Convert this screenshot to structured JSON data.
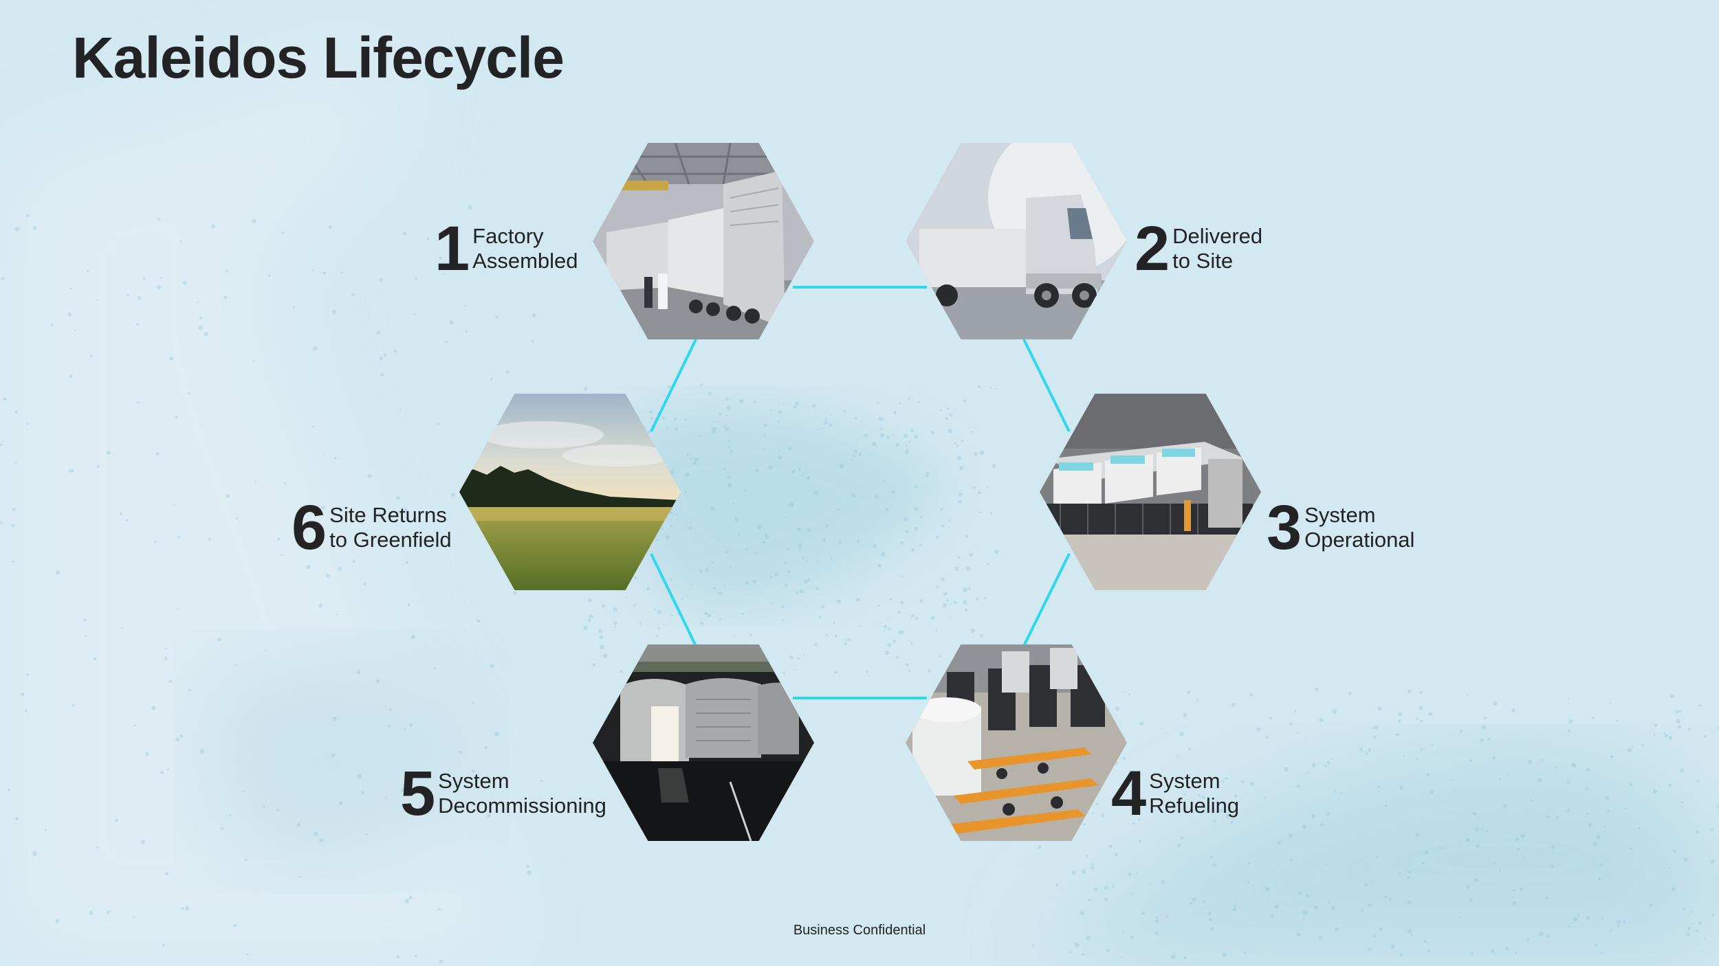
{
  "title": "Kaleidos Lifecycle",
  "footer": "Business Confidential",
  "colors": {
    "background": "#d3e9f1",
    "connector": "#2fd8ef",
    "text": "#222224"
  },
  "steps": [
    {
      "number": "1",
      "line1": "Factory",
      "line2": "Assembled",
      "image": "factory-assembly-photo"
    },
    {
      "number": "2",
      "line1": "Delivered",
      "line2": "to Site",
      "image": "truck-delivery-photo"
    },
    {
      "number": "3",
      "line1": "System",
      "line2": "Operational",
      "image": "operational-site-photo"
    },
    {
      "number": "4",
      "line1": "System",
      "line2": "Refueling",
      "image": "refueling-trailers-photo"
    },
    {
      "number": "5",
      "line1": "System",
      "line2": "Decommissioning",
      "image": "decommissioning-bunker-photo"
    },
    {
      "number": "6",
      "line1": "Site Returns",
      "line2": "to Greenfield",
      "image": "greenfield-photo"
    }
  ]
}
